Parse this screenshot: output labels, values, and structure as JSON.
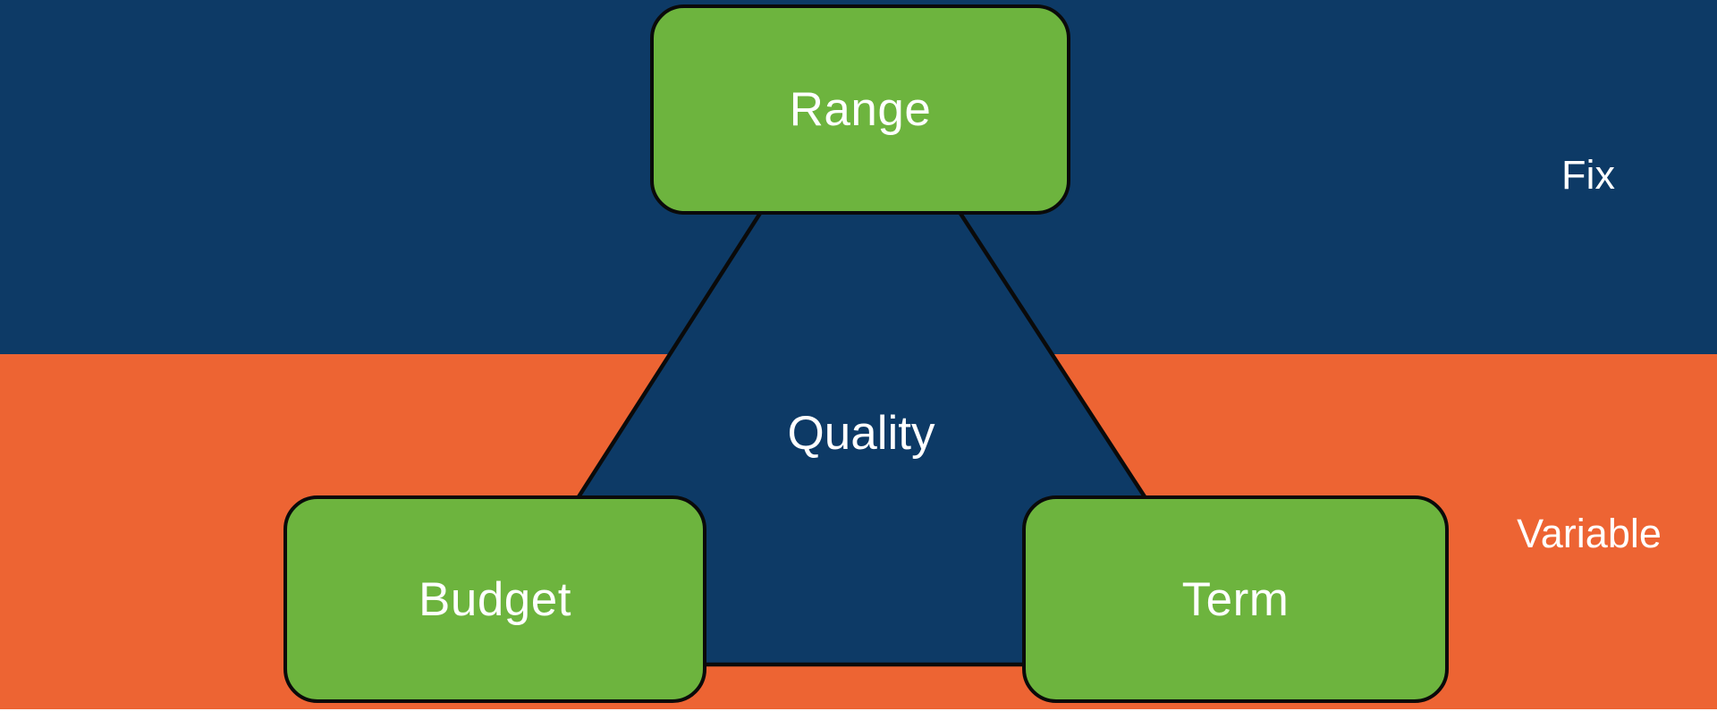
{
  "diagram": {
    "type": "triangle-tradeoff-diagram",
    "nodes": {
      "top": "Range",
      "bottom_left": "Budget",
      "bottom_right": "Term",
      "center": "Quality"
    },
    "zones": {
      "fixed_label": "Fix",
      "variable_label": "Variable"
    },
    "colors": {
      "fixed_zone_navy": "#0d3a66",
      "variable_zone_orange": "#ed6433",
      "node_green": "#6db43e",
      "outline_black": "#0a0a0a",
      "text_white": "#ffffff"
    }
  }
}
